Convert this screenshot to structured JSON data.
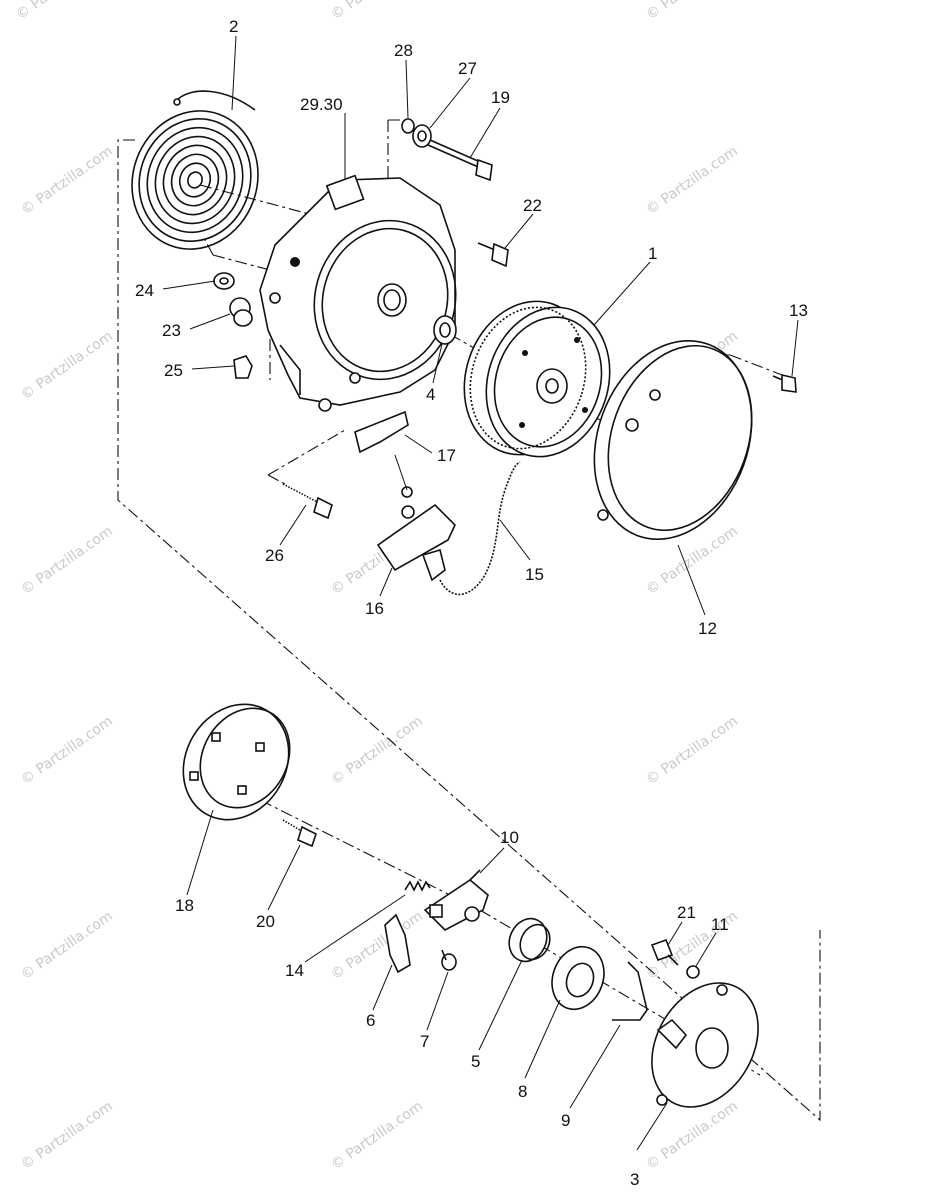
{
  "watermark": "© Partzilla.com",
  "callouts": {
    "c1": "1",
    "c2": "2",
    "c3": "3",
    "c4": "4",
    "c5": "5",
    "c6": "6",
    "c7": "7",
    "c8": "8",
    "c9": "9",
    "c10": "10",
    "c11": "11",
    "c12": "12",
    "c13": "13",
    "c14": "14",
    "c15": "15",
    "c16": "16",
    "c17": "17",
    "c18": "18",
    "c19": "19",
    "c20": "20",
    "c21": "21",
    "c22": "22",
    "c23": "23",
    "c24": "24",
    "c25": "25",
    "c26": "26",
    "c27": "27",
    "c28": "28",
    "c29_30": "29.30"
  }
}
